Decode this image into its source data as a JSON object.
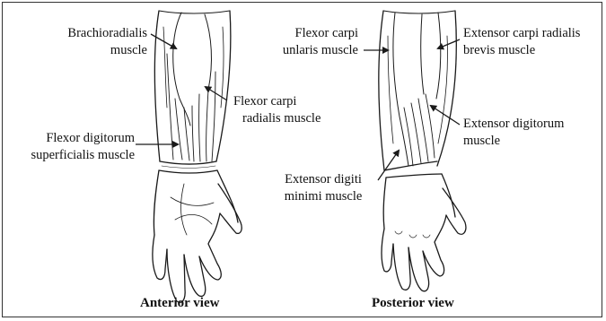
{
  "labels": {
    "brachioradialis": [
      "Brachioradialis",
      "muscle"
    ],
    "flexor_carpi_radialis": [
      "Flexor carpi",
      "radialis muscle"
    ],
    "flexor_digitorum_superficialis": [
      "Flexor digitorum",
      "superficialis muscle"
    ],
    "flexor_carpi_ulnaris": [
      "Flexor carpi",
      "unlaris muscle"
    ],
    "extensor_carpi_radialis_brevis": [
      "Extensor carpi radialis",
      "brevis muscle"
    ],
    "extensor_digitorum": [
      "Extensor digitorum",
      "muscle"
    ],
    "extensor_digiti_minimi": [
      "Extensor digiti",
      "minimi muscle"
    ]
  },
  "captions": {
    "anterior": "Anterior view",
    "posterior": "Posterior view"
  },
  "colors": {
    "line": "#1a1a1a",
    "background": "#ffffff"
  }
}
